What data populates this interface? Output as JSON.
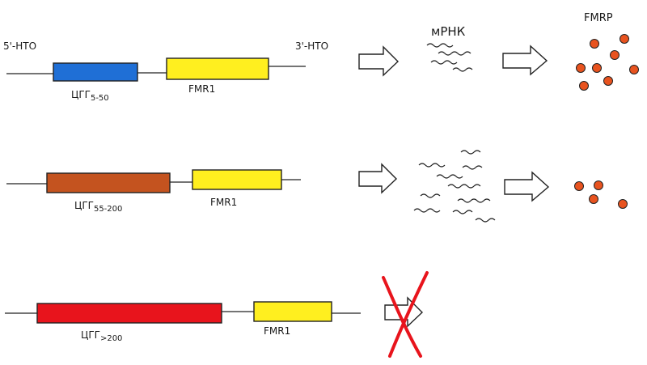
{
  "labels": {
    "five_prime": "5'-НТО",
    "three_prime": "3'-НТО",
    "mrna": "мРНК",
    "protein": "FMRP"
  },
  "rows": [
    {
      "repeat_text": "ЦГГ",
      "repeat_range": "5-50",
      "repeat_color": "#1f6fd6",
      "gene": "FMR1",
      "gene_color": "#ffef1f",
      "mrna_level": "low",
      "protein_level": "high",
      "blocked": false
    },
    {
      "repeat_text": "ЦГГ",
      "repeat_range": "55-200",
      "repeat_color": "#c4531f",
      "gene": "FMR1",
      "gene_color": "#ffef1f",
      "mrna_level": "high",
      "protein_level": "low",
      "blocked": false
    },
    {
      "repeat_text": "ЦГГ",
      "repeat_range": ">200",
      "repeat_color": "#e8141c",
      "gene": "FMR1",
      "gene_color": "#ffef1f",
      "mrna_level": "none",
      "protein_level": "none",
      "blocked": true
    }
  ],
  "colors": {
    "protein_dot": "#e8531f",
    "cross": "#e8141c"
  }
}
